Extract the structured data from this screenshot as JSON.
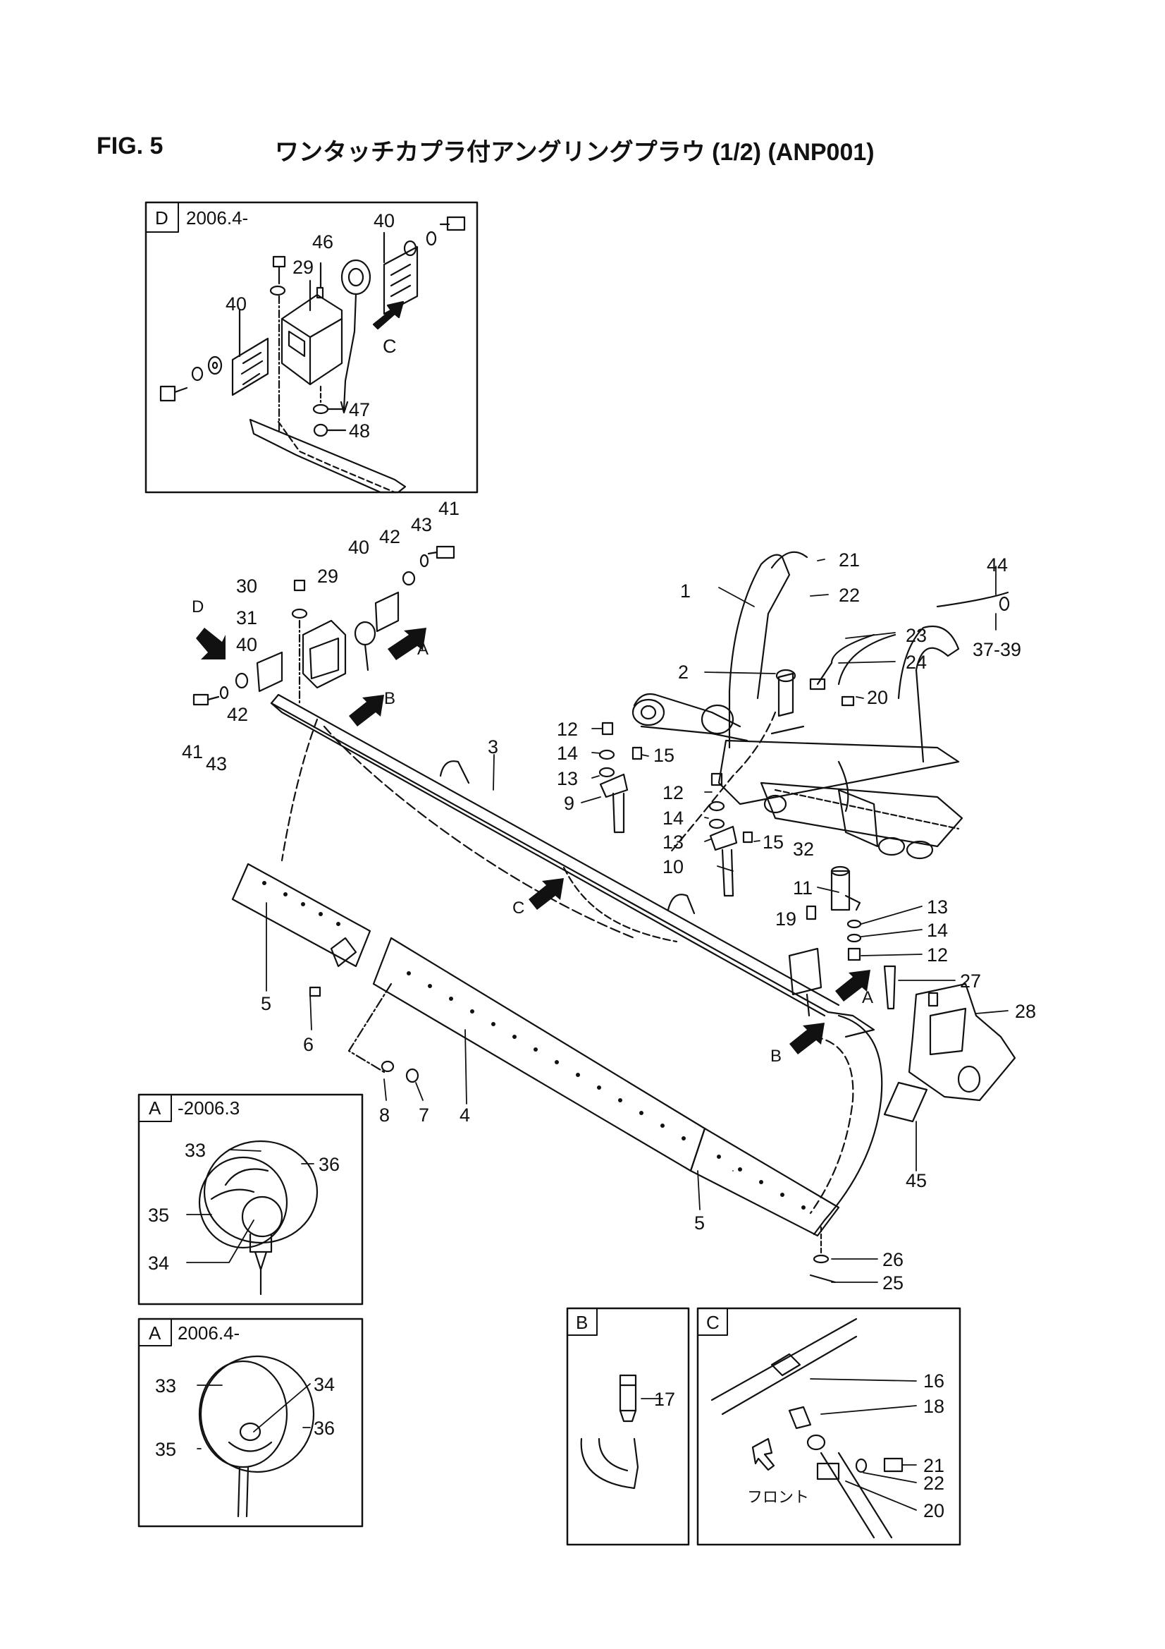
{
  "header": {
    "fig_label": "FIG. 5",
    "title": "ワンタッチカプラ付アングリングプラウ (1/2) (ANP001)"
  },
  "insets": {
    "D": {
      "tag": "D",
      "date": "2006.4-"
    },
    "A_old": {
      "tag": "A",
      "date": "-2006.3"
    },
    "A_new": {
      "tag": "A",
      "date": "2006.4-"
    },
    "B": {
      "tag": "B"
    },
    "C": {
      "tag": "C",
      "front_label": "フロント"
    }
  },
  "view_markers": {
    "A": "A",
    "B": "B",
    "C": "C",
    "D": "D"
  },
  "callouts": {
    "d_40a": "40",
    "d_40b": "40",
    "d_29": "29",
    "d_46": "46",
    "d_47": "47",
    "d_48": "48",
    "d_C": "C",
    "m_41a": "41",
    "m_43a": "43",
    "m_42a": "42",
    "m_40a": "40",
    "m_29": "29",
    "m_30": "30",
    "m_31": "31",
    "m_40b": "40",
    "m_41b": "41",
    "m_43b": "43",
    "m_42b": "42",
    "m_1": "1",
    "m_21": "21",
    "m_22": "22",
    "m_44": "44",
    "m_23": "23",
    "m_24": "24",
    "m_3739": "37-39",
    "m_2": "2",
    "m_20": "20",
    "m_3": "3",
    "m_12a": "12",
    "m_14a": "14",
    "m_15a": "15",
    "m_13a": "13",
    "m_9": "9",
    "m_12b": "12",
    "m_14b": "14",
    "m_13b": "13",
    "m_15b": "15",
    "m_32": "32",
    "m_10": "10",
    "m_11": "11",
    "m_19": "19",
    "m_13c": "13",
    "m_14c": "14",
    "m_12c": "12",
    "m_27": "27",
    "m_28": "28",
    "m_5a": "5",
    "m_6": "6",
    "m_8": "8",
    "m_7": "7",
    "m_4": "4",
    "m_45": "45",
    "m_5b": "5",
    "m_26": "26",
    "m_25": "25",
    "a1_33": "33",
    "a1_36": "36",
    "a1_35": "35",
    "a1_34": "34",
    "a2_33": "33",
    "a2_34": "34",
    "a2_35": "35",
    "a2_36": "36",
    "b_17": "17",
    "c_16": "16",
    "c_18": "18",
    "c_21": "21",
    "c_22": "22",
    "c_20": "20"
  }
}
